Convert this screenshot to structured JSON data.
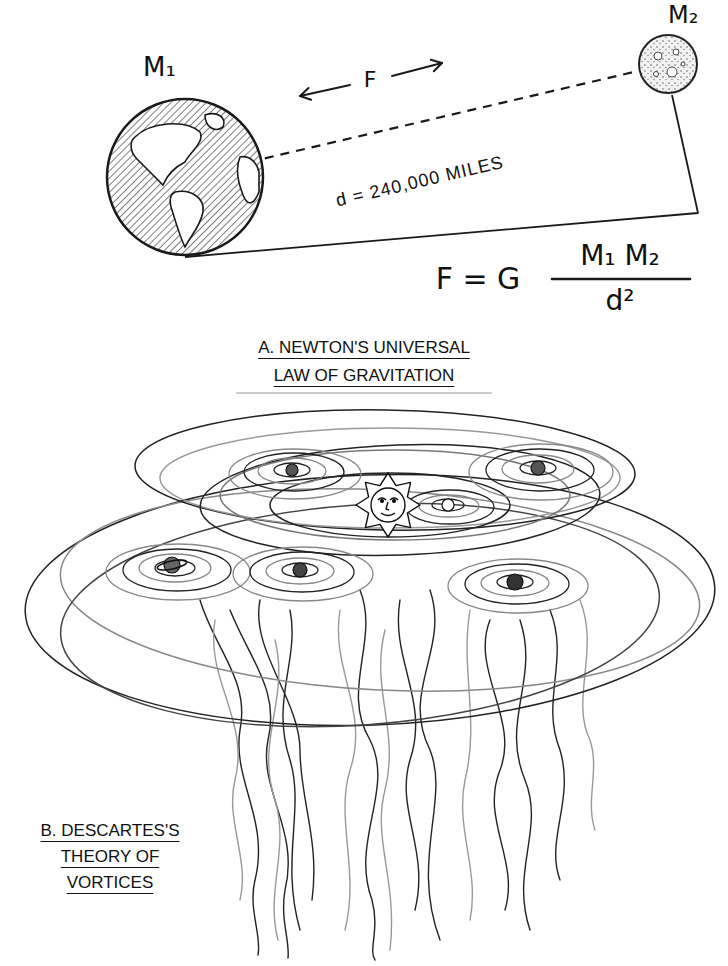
{
  "diagram": {
    "nodes": [
      {
        "text": [
          "M₁"
        ]
      },
      {
        "text": [
          "M₂"
        ]
      }
    ],
    "edges": [
      {
        "from": 0,
        "to": 1,
        "arrow": "none",
        "label": "d = 240,000 MILES"
      }
    ],
    "labels": [
      "F",
      "F = G",
      "M₁ M₂",
      "d²",
      "A. NEWTON'S UNIVERSAL LAW OF GRAVITATION",
      "B. DESCARTES'S THEORY OF VORTICES"
    ]
  }
}
